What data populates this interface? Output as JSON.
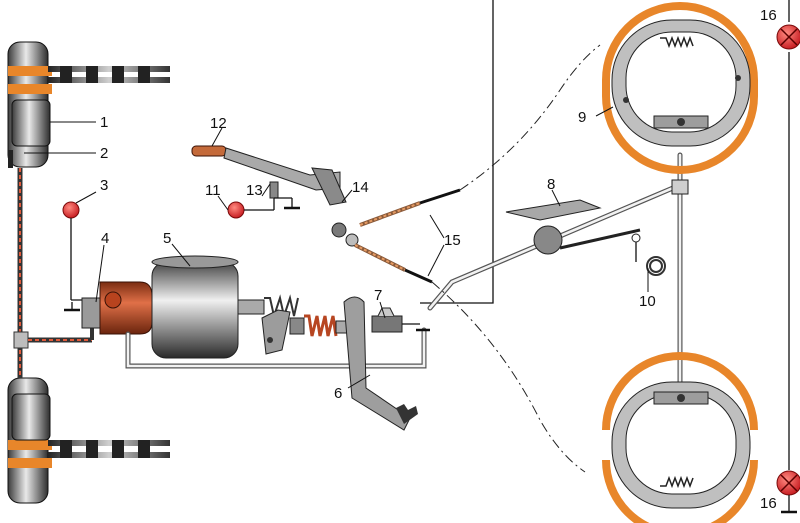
{
  "colors": {
    "lamp": "#e32227",
    "lining": "#e8862a",
    "hose": "#d94a2a",
    "body": "#555555",
    "metal": "#c8c8c8"
  },
  "callouts": [
    {
      "id": "1",
      "text": "1"
    },
    {
      "id": "2",
      "text": "2"
    },
    {
      "id": "3",
      "text": "3"
    },
    {
      "id": "4",
      "text": "4"
    },
    {
      "id": "5",
      "text": "5"
    },
    {
      "id": "6",
      "text": "6"
    },
    {
      "id": "7",
      "text": "7"
    },
    {
      "id": "8",
      "text": "8"
    },
    {
      "id": "9",
      "text": "9"
    },
    {
      "id": "10",
      "text": "10"
    },
    {
      "id": "11",
      "text": "11"
    },
    {
      "id": "12",
      "text": "12"
    },
    {
      "id": "13",
      "text": "13"
    },
    {
      "id": "14",
      "text": "14"
    },
    {
      "id": "15",
      "text": "15"
    },
    {
      "id": "16a",
      "text": "16"
    },
    {
      "id": "16b",
      "text": "16"
    }
  ],
  "icons": [
    "warning-lamp-icon",
    "ground-symbol-icon",
    "brake-disc-icon",
    "drum-brake-icon"
  ]
}
